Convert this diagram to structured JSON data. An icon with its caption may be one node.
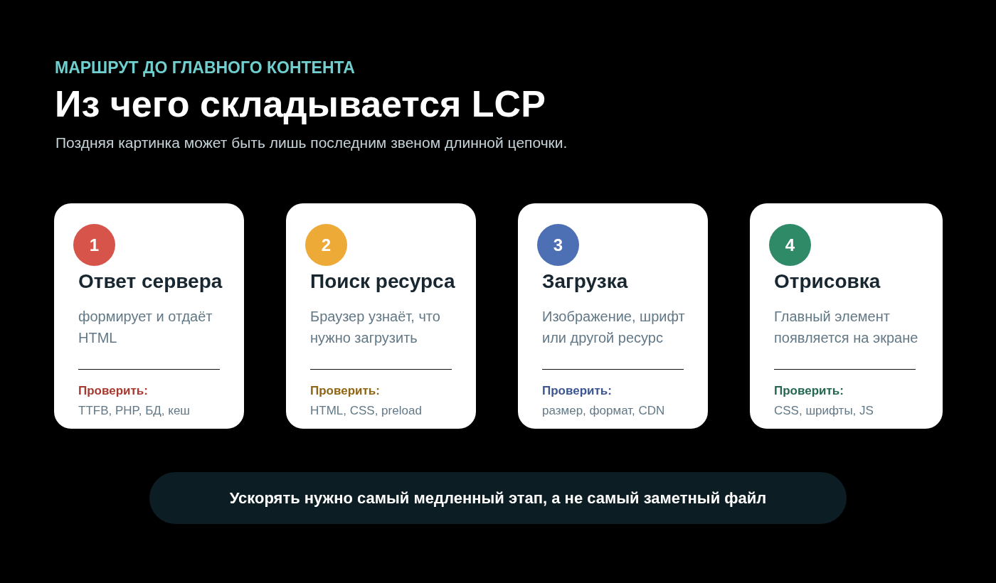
{
  "diagram": {
    "title": "Из чего складывается LCP",
    "nodes": [
      {
        "text": [
          "Ответ сервера",
          "формирует и отдаёт HTML",
          "Проверить:",
          "TTFB, PHP, БД, кеш"
        ]
      },
      {
        "text": [
          "1"
        ],
        "in": 0
      },
      {
        "text": [
          "Поиск ресурса",
          "Браузер узнаёт, что нужно загрузить",
          "Проверить:",
          "HTML, CSS, preload"
        ]
      },
      {
        "text": [
          "2"
        ],
        "in": 2
      },
      {
        "text": [
          "Загрузка",
          "Изображение, шрифт или другой ресурс",
          "Проверить:",
          "размер, формат, CDN"
        ]
      },
      {
        "text": [
          "3"
        ],
        "in": 4
      },
      {
        "text": [
          "Отрисовка",
          "Главный элемент появляется на экране",
          "Проверить:",
          "CSS, шрифты, JS"
        ]
      },
      {
        "text": [
          "4"
        ],
        "in": 6
      },
      {
        "text": [
          "Ускорять нужно самый медленный этап, а не самый заметный файл"
        ]
      }
    ],
    "labels": [
      "МАРШРУТ ДО ГЛАВНОГО КОНТЕНТА",
      "Поздняя картинка может быть лишь последним звеном длинной цепочки."
    ]
  }
}
